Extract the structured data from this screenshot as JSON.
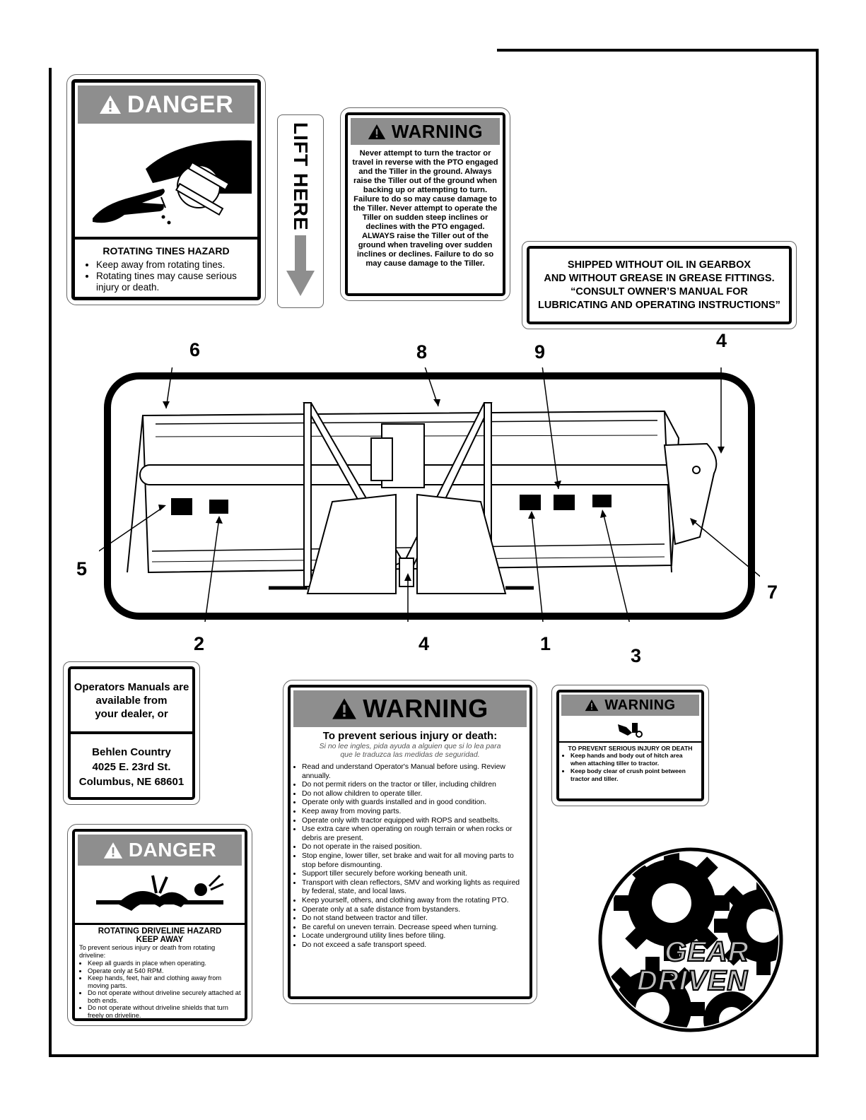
{
  "danger_tines": {
    "header": "DANGER",
    "title": "ROTATING TINES HAZARD",
    "bullets": [
      "Keep away from rotating tines.",
      "Rotating tines may cause serious injury or death."
    ]
  },
  "lift_here": {
    "text": "LIFT HERE"
  },
  "warning_pto": {
    "header": "WARNING",
    "body": "Never attempt to turn the tractor or travel in reverse with the PTO engaged and the Tiller in the ground. Always raise the Tiller out of the ground when backing up or attempting to turn. Failure to do so may cause damage to the Tiller. Never attempt to operate the Tiller on sudden steep inclines or declines with the PTO engaged. ALWAYS raise the Tiller out of the ground when traveling over sudden inclines or declines. Failure to do so may cause damage to the Tiller."
  },
  "shipped": {
    "lines": [
      "SHIPPED WITHOUT OIL IN GEARBOX",
      "AND WITHOUT GREASE IN GREASE FITTINGS.",
      "“CONSULT OWNER’S MANUAL FOR",
      "LUBRICATING AND OPERATING INSTRUCTIONS”"
    ]
  },
  "callouts": {
    "c6": "6",
    "c8": "8",
    "c9": "9",
    "c4top": "4",
    "c5": "5",
    "c7": "7",
    "c2": "2",
    "c4bottom": "4",
    "c1": "1",
    "c3": "3"
  },
  "operators_manuals": {
    "top": [
      "Operators Manuals are",
      "available from",
      "your dealer, or"
    ],
    "bottom": [
      "Behlen Country",
      "4025 E. 23rd St.",
      "Columbus, NE  68601"
    ]
  },
  "warning_big": {
    "header": "WARNING",
    "subtitle": "To prevent serious injury or death:",
    "spanish": [
      "Si no lee ingles, pida ayuda a alguien que si lo lea para",
      "que le traduzca las medidas de seguridad."
    ],
    "bullets": [
      "Read and understand Operator's Manual before using. Review annually.",
      "Do not permit riders on the tractor or tiller, including children",
      "Do not allow children to operate tiller.",
      "Operate only with guards installed and in good condition.",
      "Keep away from moving parts.",
      "Operate only with tractor equipped with ROPS and seatbelts.",
      "Use extra care when operating on rough terrain or when rocks or debris are present.",
      "Do not operate in the raised position.",
      "Stop engine, lower tiller, set brake and wait for all moving parts to stop before dismounting.",
      "Support tiller securely before working beneath unit.",
      "Transport with clean reflectors, SMV and working lights as required by federal, state, and local laws.",
      "Keep yourself, others, and clothing away from the rotating PTO.",
      "Operate only at a safe distance from bystanders.",
      "Do not stand between tractor and tiller.",
      "Be careful on uneven terrain.  Decrease speed when turning.",
      "Locate underground utility lines before tiling.",
      "Do not exceed a safe transport speed."
    ]
  },
  "warning_hitch": {
    "header": "WARNING",
    "title": "TO PREVENT SERIOUS INJURY OR DEATH",
    "bullets": [
      "Keep hands and body out of hitch area when attaching tiller to tractor.",
      "Keep body clear of crush point between tractor and tiller."
    ]
  },
  "danger_driveline": {
    "header": "DANGER",
    "title": "ROTATING DRIVELINE HAZARD",
    "subtitle": "KEEP AWAY",
    "intro": "To prevent serious injury or death from rotating driveline:",
    "bullets": [
      "Keep all guards in place when operating.",
      "Operate only at 540 RPM.",
      "Keep hands, feet, hair and clothing away from moving parts.",
      "Do not operate without driveline securely attached at both ends.",
      "Do not operate without driveline shields that turn freely on driveline."
    ]
  },
  "logo": {
    "line1": "GEAR",
    "line2": "DRIVEN"
  }
}
